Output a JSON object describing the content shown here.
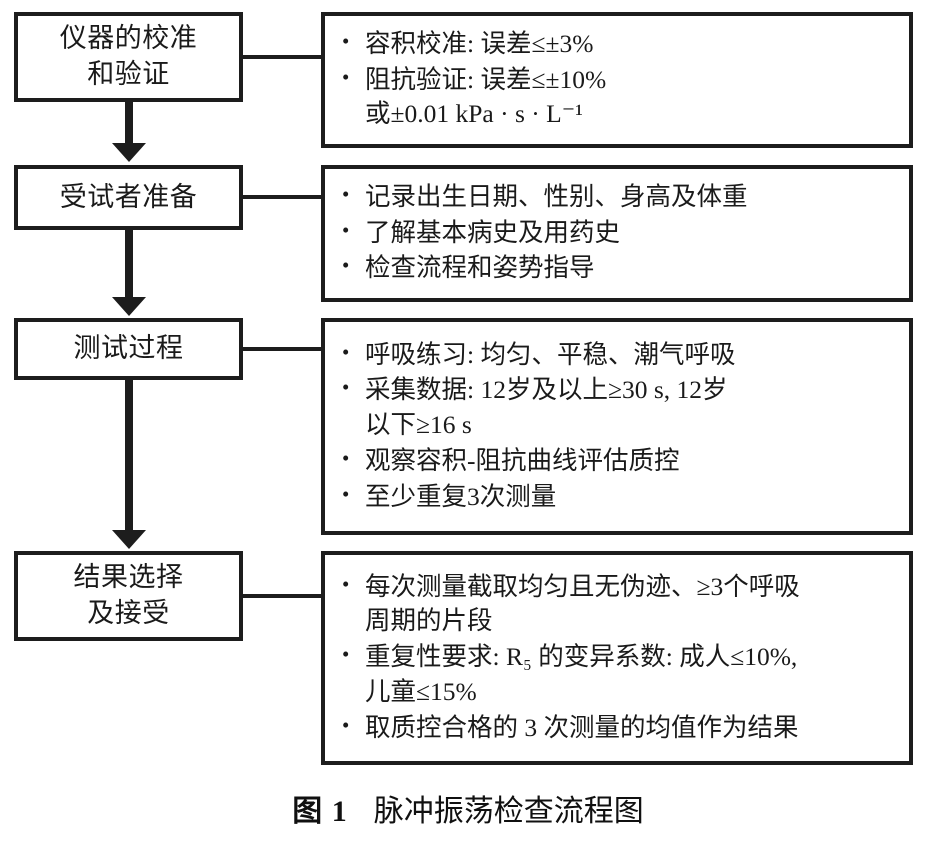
{
  "figure": {
    "caption_number": "图 1",
    "caption_text": "脉冲振荡检查流程图",
    "ink_color": "#1d1d1d",
    "background_color": "#ffffff"
  },
  "flow": {
    "stages": [
      {
        "id": "instrument-calibration",
        "label": "仪器的校准\n和验证",
        "details": [
          {
            "lines": [
              "容积校准: 误差≤±3%"
            ]
          },
          {
            "lines": [
              "阻抗验证: 误差≤±10%",
              "或±0.01 kPa · s · L⁻¹"
            ]
          }
        ]
      },
      {
        "id": "subject-preparation",
        "label": "受试者准备",
        "details": [
          {
            "lines": [
              "记录出生日期、性别、身高及体重"
            ]
          },
          {
            "lines": [
              "了解基本病史及用药史"
            ]
          },
          {
            "lines": [
              "检查流程和姿势指导"
            ]
          }
        ]
      },
      {
        "id": "testing-process",
        "label": "测试过程",
        "details": [
          {
            "lines": [
              "呼吸练习: 均匀、平稳、潮气呼吸"
            ]
          },
          {
            "lines": [
              "采集数据: 12岁及以上≥30 s, 12岁",
              "以下≥16 s"
            ]
          },
          {
            "lines": [
              "观察容积-阻抗曲线评估质控"
            ]
          },
          {
            "lines": [
              "至少重复3次测量"
            ]
          }
        ]
      },
      {
        "id": "result-selection",
        "label": "结果选择\n及接受",
        "details": [
          {
            "lines": [
              "每次测量截取均匀且无伪迹、≥3个呼吸",
              "周期的片段"
            ]
          },
          {
            "lines": [
              "重复性要求: R₅ 的变异系数: 成人≤10%,",
              "儿童≤15%"
            ]
          },
          {
            "lines": [
              "取质控合格的 3 次测量的均值作为结果"
            ]
          }
        ]
      }
    ],
    "connector_names": [
      "stage-to-detail-connector",
      "stage-to-stage-arrow"
    ]
  }
}
